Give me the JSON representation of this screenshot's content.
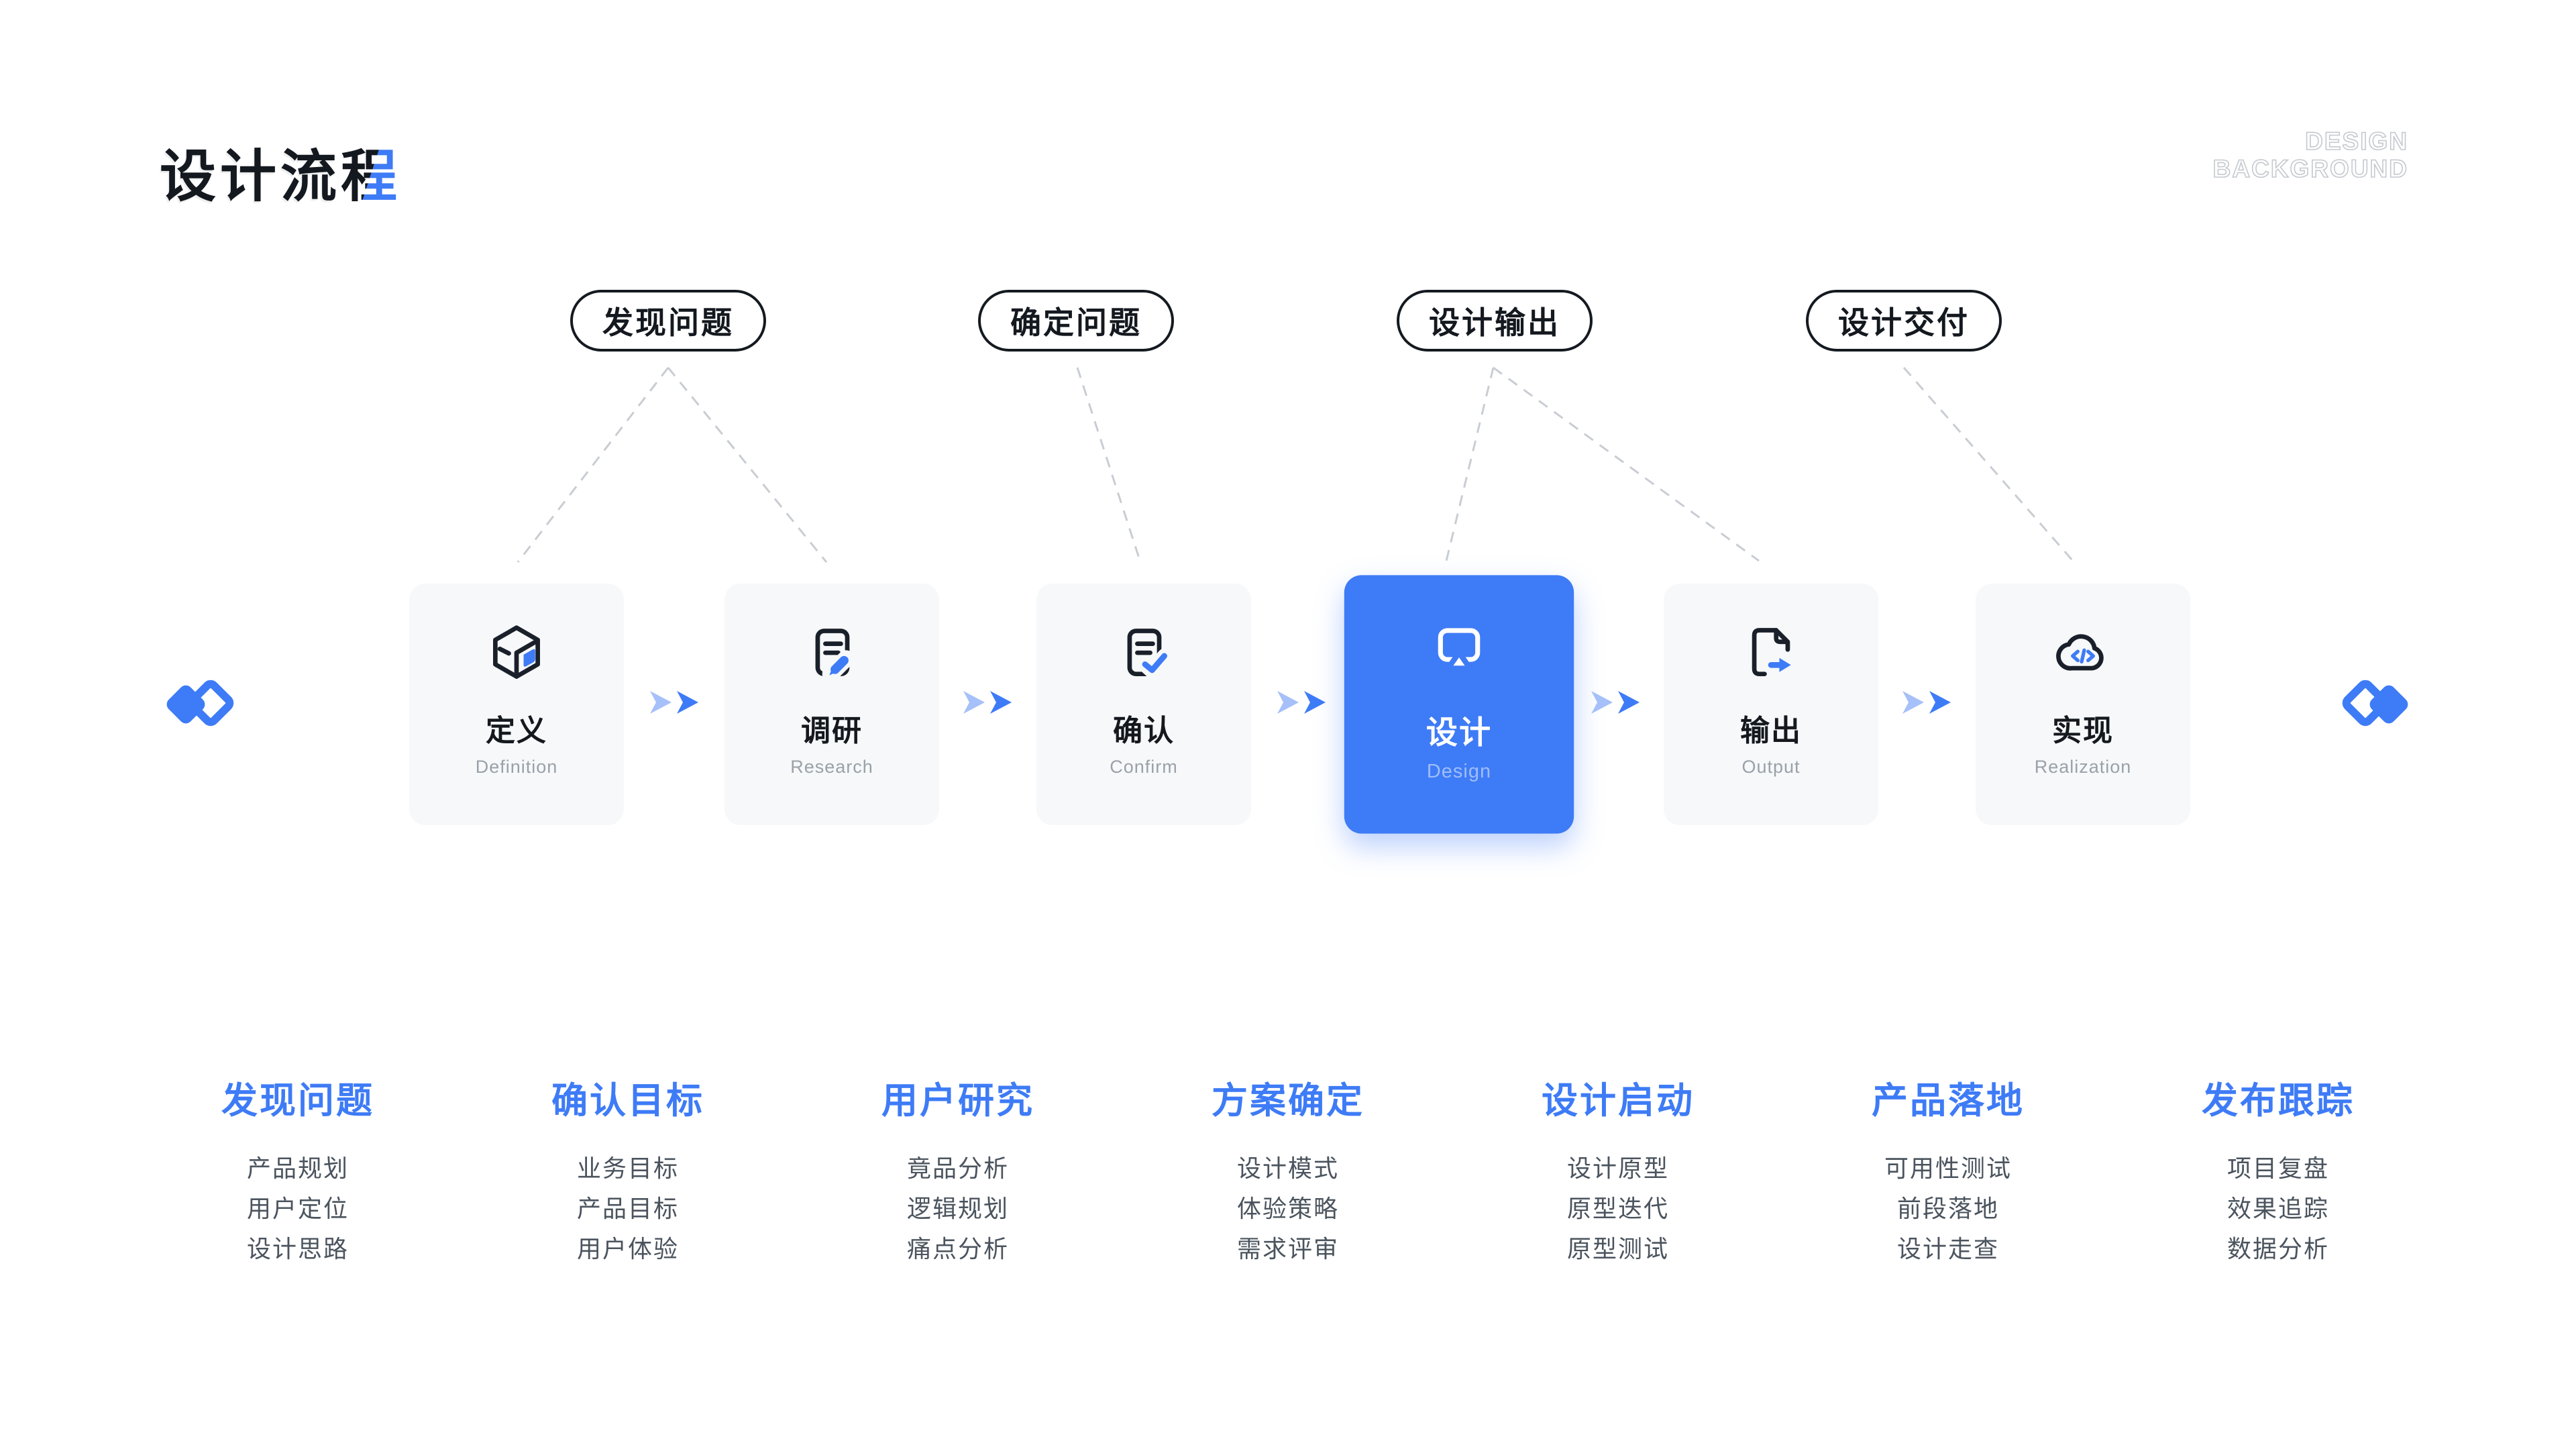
{
  "header": {
    "title_main": "设计流",
    "title_accent": "程",
    "watermark_line1": "DESIGN",
    "watermark_line2": "BACKGROUND"
  },
  "pills": [
    {
      "label": "发现问题"
    },
    {
      "label": "确定问题"
    },
    {
      "label": "设计输出"
    },
    {
      "label": "设计交付"
    }
  ],
  "cards": [
    {
      "title": "定义",
      "subtitle": "Definition",
      "icon": "cube-icon",
      "highlighted": false
    },
    {
      "title": "调研",
      "subtitle": "Research",
      "icon": "document-edit-icon",
      "highlighted": false
    },
    {
      "title": "确认",
      "subtitle": "Confirm",
      "icon": "document-check-icon",
      "highlighted": false
    },
    {
      "title": "设计",
      "subtitle": "Design",
      "icon": "airplay-icon",
      "highlighted": true
    },
    {
      "title": "输出",
      "subtitle": "Output",
      "icon": "file-export-icon",
      "highlighted": false
    },
    {
      "title": "实现",
      "subtitle": "Realization",
      "icon": "cloud-code-icon",
      "highlighted": false
    }
  ],
  "columns": [
    {
      "header": "发现问题",
      "items": [
        "产品规划",
        "用户定位",
        "设计思路"
      ]
    },
    {
      "header": "确认目标",
      "items": [
        "业务目标",
        "产品目标",
        "用户体验"
      ]
    },
    {
      "header": "用户研究",
      "items": [
        "竟品分析",
        "逻辑规划",
        "痛点分析"
      ]
    },
    {
      "header": "方案确定",
      "items": [
        "设计模式",
        "体验策略",
        "需求评审"
      ]
    },
    {
      "header": "设计启动",
      "items": [
        "设计原型",
        "原型迭代",
        "原型测试"
      ]
    },
    {
      "header": "产品落地",
      "items": [
        "可用性测试",
        "前段落地",
        "设计走查"
      ]
    },
    {
      "header": "发布跟踪",
      "items": [
        "项目复盘",
        "效果追踪",
        "数据分析"
      ]
    }
  ],
  "colors": {
    "accent": "#3E7BF6",
    "accent_light": "#A6C0F9",
    "dark": "#14181F",
    "card_background": "#F6F8FA",
    "subtitle_gray": "#9AA1A8",
    "item_gray": "#4B545E",
    "dash_gray": "#C9CDD3",
    "outline_text_gray": "#C4C9CF"
  }
}
